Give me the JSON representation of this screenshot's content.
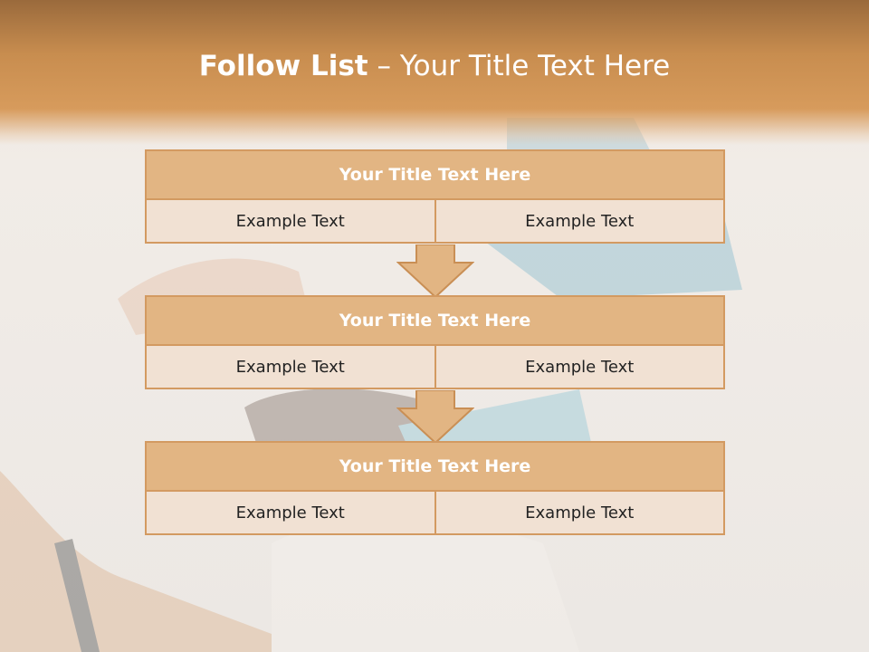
{
  "slide": {
    "title_bold": "Follow List",
    "title_rest": " – Your Title Text Here"
  },
  "blocks": [
    {
      "title": "Your Title Text Here",
      "left": "Example Text",
      "right": "Example Text"
    },
    {
      "title": "Your Title Text Here",
      "left": "Example Text",
      "right": "Example Text"
    },
    {
      "title": "Your Title Text Here",
      "left": "Example Text",
      "right": "Example Text"
    }
  ],
  "colors": {
    "header": "#c88d4f",
    "block_title_bg": "#e2b583",
    "block_cell_bg": "#f1e1d3",
    "border": "#d39a61"
  },
  "icons": [
    "down-arrow-icon",
    "down-arrow-icon"
  ]
}
